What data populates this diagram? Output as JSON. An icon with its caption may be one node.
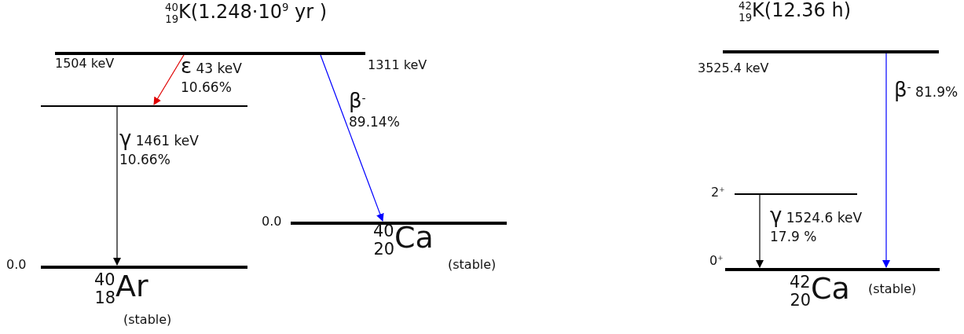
{
  "diagram": {
    "nodes": [
      {
        "text": [
          "$^{40}$$_{19}$K(1.248·10$^{9}$ yr )"
        ],
        "beside": [
          "1504 keV",
          "1311 keV"
        ]
      },
      {
        "text": [],
        "shape": "bar"
      },
      {
        "text": [
          "$^{40}$$_{18}$Ar",
          "(stable)"
        ],
        "beside": [
          "0.0"
        ]
      },
      {
        "text": [
          "$^{40}$$_{20}$Ca",
          "(stable)"
        ],
        "beside": [
          "0.0"
        ]
      },
      {
        "text": [
          "$^{42}$$_{19}$K(12.36 h)"
        ],
        "beside": [
          "3525.4 keV"
        ]
      },
      {
        "text": [],
        "shape": "bar",
        "beside": [
          "2$^{+}$"
        ]
      },
      {
        "text": [
          "$^{42}$$_{20}$Ca",
          "(stable)"
        ],
        "beside": [
          "0$^{+}$"
        ]
      }
    ],
    "edges": [
      {
        "from": 0,
        "to": 1,
        "arrow": "to",
        "label": "ε 43 keV 10.66%",
        "color": "#e00000"
      },
      {
        "from": 1,
        "to": 2,
        "arrow": "to",
        "label": "γ 1461 keV 10.66%"
      },
      {
        "from": 0,
        "to": 3,
        "arrow": "to",
        "label": "β$^{-}$ 89.14%",
        "color": "#0000ff"
      },
      {
        "from": 4,
        "to": 6,
        "arrow": "to",
        "label": "β$^{-}$ 81.9%",
        "color": "#0000ff"
      },
      {
        "from": 5,
        "to": 6,
        "arrow": "to",
        "label": "γ 1524.6 keV 17.9 %"
      }
    ]
  }
}
